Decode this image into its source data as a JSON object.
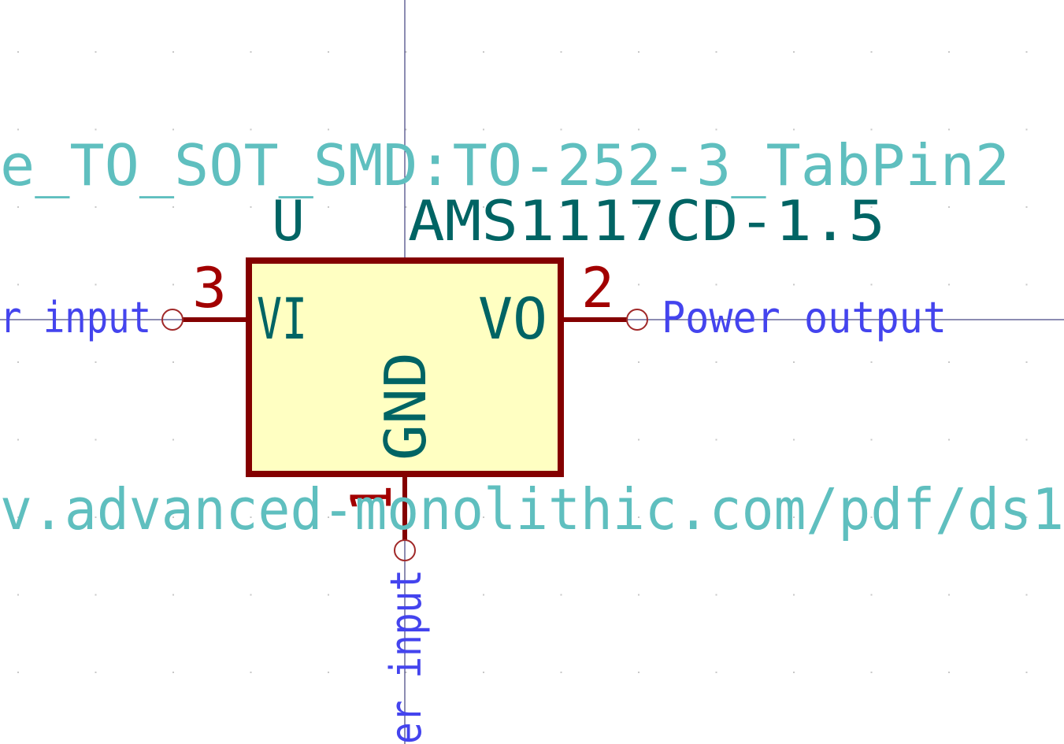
{
  "symbol": {
    "reference": "U",
    "value": "AMS1117CD-1.5",
    "footprint_visible": "e_TO_SOT_SMD:TO-252-3_TabPin2",
    "datasheet_visible": "v.advanced-monolithic.com/pdf/ds1"
  },
  "pins": {
    "vi": {
      "name": "VI",
      "number": "3",
      "type_visible": "r input"
    },
    "vo": {
      "name": "VO",
      "number": "2",
      "type_visible": "Power output"
    },
    "gnd": {
      "name": "GND",
      "number": "1",
      "type_visible": "er input"
    }
  },
  "colors": {
    "body_fill": "#ffffc2",
    "body_outline": "#840000",
    "pin_number": "#a20000",
    "pin_name": "#006464",
    "electrical_type": "#4444ee",
    "hidden_field": "#5fbfbf",
    "crosshair": "#1a1a66"
  }
}
